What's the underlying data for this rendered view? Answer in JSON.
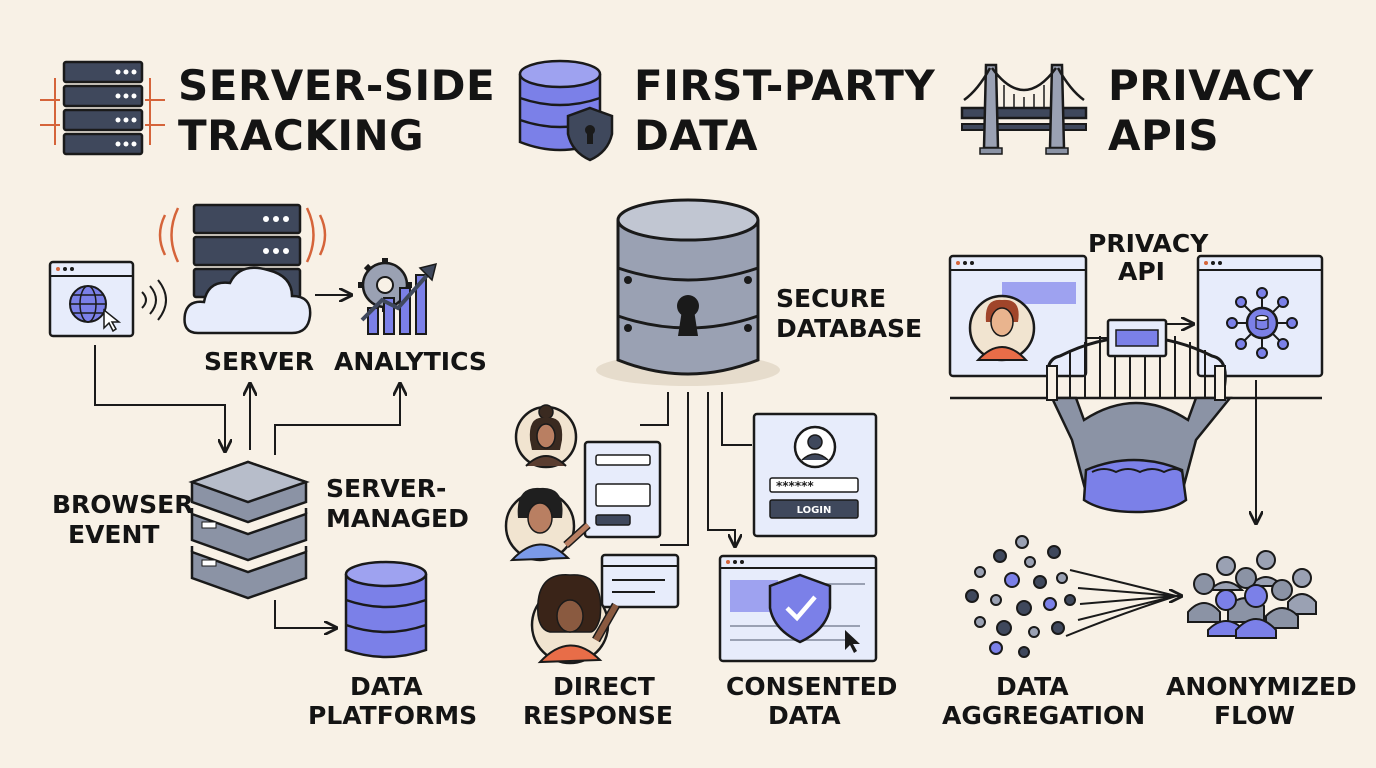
{
  "sections": [
    {
      "title_line1": "SERVER-SIDE",
      "title_line2": "TRACKING"
    },
    {
      "title_line1": "FIRST-PARTY",
      "title_line2": "DATA"
    },
    {
      "title_line1": "PRIVACY",
      "title_line2": "APIS"
    }
  ],
  "server_side": {
    "server": "SERVER",
    "analytics": "ANALYTICS",
    "browser_event_1": "BROWSER",
    "browser_event_2": "EVENT",
    "server_managed_1": "SERVER-",
    "server_managed_2": "MANAGED",
    "data_platforms_1": "DATA",
    "data_platforms_2": "PLATFORMS"
  },
  "first_party": {
    "secure_db_1": "SECURE",
    "secure_db_2": "DATABASE",
    "login_button": "LOGIN",
    "password_mask": "******",
    "direct_response_1": "DIRECT",
    "direct_response_2": "RESPONSE",
    "consented_data_1": "CONSENTED",
    "consented_data_2": "DATA"
  },
  "privacy_apis": {
    "privacy_api_1": "PRIVACY",
    "privacy_api_2": "API",
    "data_aggregation_1": "DATA",
    "data_aggregation_2": "AGGREGATION",
    "anonymized_flow_1": "ANONYMIZED",
    "anonymized_flow_2": "FLOW"
  },
  "colors": {
    "background": "#f8f1e6",
    "ink": "#1a1a1a",
    "slate": "#8b93a5",
    "navy": "#3a4358",
    "periwinkle": "#7b80e8",
    "light_blue": "#e7ecfb",
    "signal_orange": "#d5643a"
  }
}
